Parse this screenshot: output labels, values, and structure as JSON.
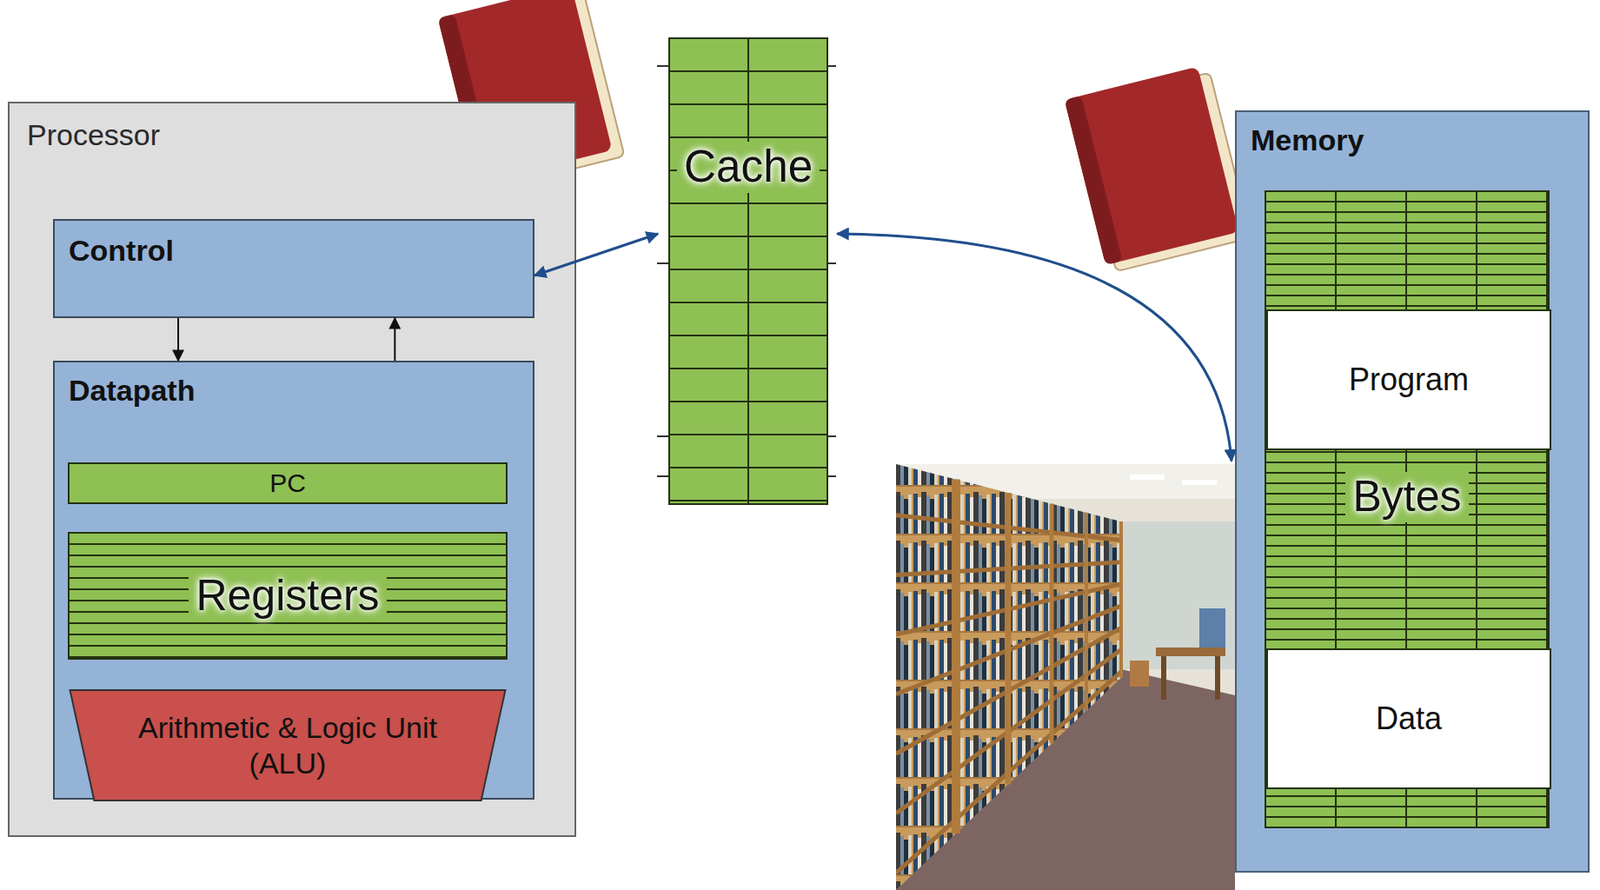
{
  "diagram": {
    "nodes": [
      {
        "text": [
          "Processor"
        ]
      },
      {
        "text": [
          "Control"
        ],
        "in": 0
      },
      {
        "text": [
          "Datapath"
        ],
        "in": 0
      },
      {
        "text": [
          "PC"
        ],
        "in": 2
      },
      {
        "text": [
          "Registers"
        ],
        "in": 2
      },
      {
        "text": [
          "Arithmetic & Logic Unit (ALU)"
        ],
        "in": 2
      },
      {
        "text": [
          "Cache"
        ]
      },
      {
        "text": [
          "Memory"
        ]
      },
      {
        "text": [
          "Bytes"
        ],
        "in": 7
      },
      {
        "text": [
          "Program"
        ],
        "in": 8
      },
      {
        "text": [
          "Data"
        ],
        "in": 8
      }
    ],
    "edges": [
      {
        "from": 1,
        "to": 6,
        "arrow": "both"
      },
      {
        "from": 6,
        "to": 7,
        "arrow": "both"
      },
      {
        "from": 1,
        "to": 2,
        "arrow": "to"
      },
      {
        "from": 2,
        "to": 1,
        "arrow": "to"
      }
    ]
  }
}
